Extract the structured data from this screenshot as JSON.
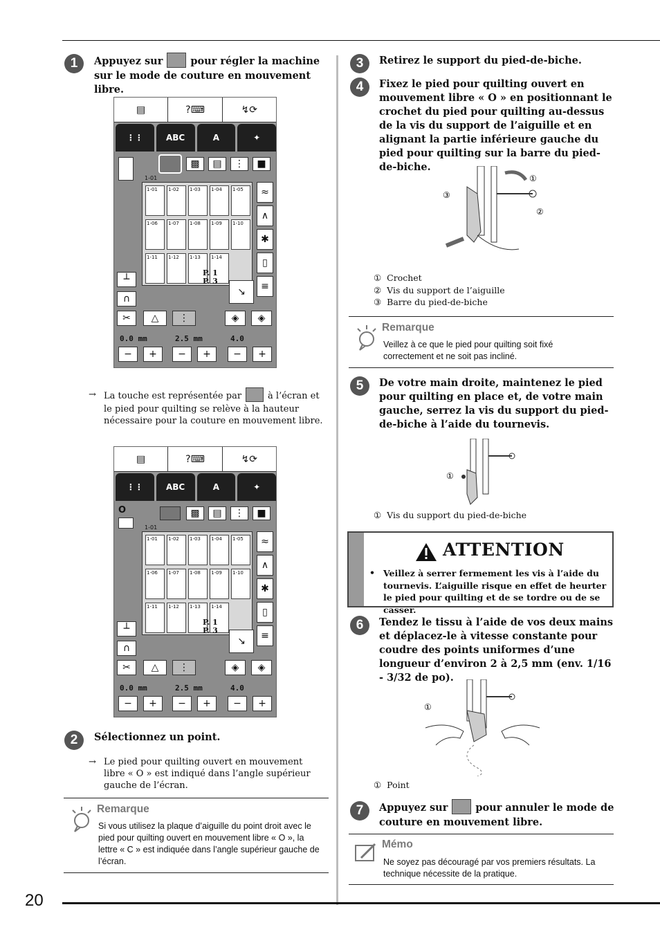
{
  "page_number": "20",
  "steps": {
    "s1": {
      "num": "1",
      "text_a": "Appuyez sur",
      "text_b": "pour régler la machine sur le mode de couture en mouvement libre."
    },
    "s1_note": {
      "text_a": "La touche est représentée par",
      "text_b": "à l’écran et le pied pour quilting se relève à la hauteur nécessaire pour la couture en mouvement libre."
    },
    "s2": {
      "num": "2",
      "text": "Sélectionnez un point."
    },
    "s2_note": {
      "text": "Le pied pour quilting ouvert en mouvement libre « O » est indiqué dans l’angle supérieur gauche de l’écran."
    },
    "s3": {
      "num": "3",
      "text": "Retirez le support du pied-de-biche."
    },
    "s4": {
      "num": "4",
      "text": "Fixez le pied pour quilting ouvert en mouvement libre « O » en positionnant le crochet du pied pour quilting au-dessus de la vis du support de l’aiguille et en alignant la partie inférieure gauche du pied pour quilting sur la barre du pied-de-biche."
    },
    "s5": {
      "num": "5",
      "text": "De votre main droite, maintenez le pied pour quilting en place et, de votre main gauche, serrez la vis du support du pied-de-biche à l’aide du tournevis."
    },
    "s6": {
      "num": "6",
      "text": "Tendez le tissu à l’aide de vos deux mains et déplacez-le à vitesse constante pour coudre des points uniformes d’une longueur d’environ 2 à 2,5 mm (env. 1/16 - 3/32 de po)."
    },
    "s7": {
      "num": "7",
      "text_a": "Appuyez sur",
      "text_b": "pour annuler le mode de couture en mouvement libre."
    }
  },
  "legend_s4": [
    {
      "num": "①",
      "label": "Crochet"
    },
    {
      "num": "②",
      "label": "Vis du support de l’aiguille"
    },
    {
      "num": "③",
      "label": "Barre du pied-de-biche"
    }
  ],
  "legend_s5": [
    {
      "num": "①",
      "label": "Vis du support du pied-de-biche"
    }
  ],
  "legend_s6": [
    {
      "num": "①",
      "label": "Point"
    }
  ],
  "remarque_left": {
    "title": "Remarque",
    "body": "Si vous utilisez la plaque d’aiguille du point droit avec le pied pour quilting ouvert en mouvement libre « O », la lettre « C » est indiquée dans l’angle supérieur gauche de l’écran."
  },
  "remarque_right": {
    "title": "Remarque",
    "body": "Veillez à ce que le pied pour quilting soit fixé correctement et ne soit pas incliné."
  },
  "attention": {
    "title": "ATTENTION",
    "bullet": "•",
    "body": "Veillez à serrer fermement les vis à l’aide du tournevis. L’aiguille risque en effet de heurter le pied pour quilting et de se tordre ou de se casser."
  },
  "memo": {
    "title": "Mémo",
    "body": "Ne soyez pas découragé par vos premiers résultats. La technique nécessite de la pratique."
  },
  "screen": {
    "tab_abc": "ABC",
    "tab_a": "A",
    "group": "1-01",
    "cells": [
      "1-01",
      "1-02",
      "1-03",
      "1-04",
      "1-05",
      "1-06",
      "1-07",
      "1-08",
      "1-09",
      "1-10",
      "1-11",
      "1-12",
      "1-13",
      "1-14"
    ],
    "page_p1": "P. 1",
    "page_p3": "P. 3",
    "val1": "0.0",
    "val2": "2.5",
    "val3": "4.0",
    "unit": "mm",
    "minus": "−",
    "plus": "+",
    "foot_letter": "O"
  }
}
